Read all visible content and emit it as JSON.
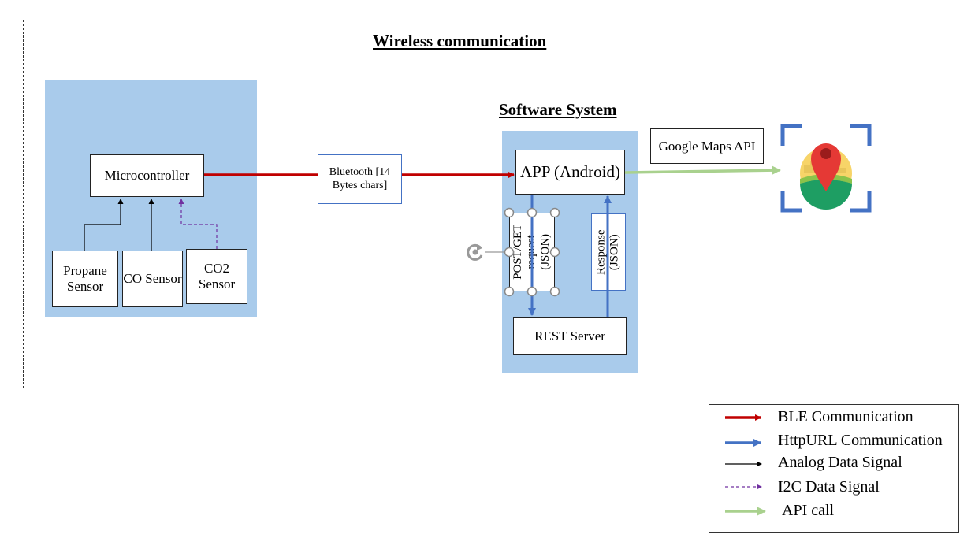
{
  "title": "Wireless communication",
  "software_title": "Software System",
  "nodes": {
    "microcontroller": "Microcontroller",
    "propane": "Propane Sensor",
    "co": "CO Sensor",
    "co2": "CO2 Sensor",
    "bluetooth": "Bluetooth [14 Bytes chars]",
    "app": "APP (Android)",
    "google_maps": "Google Maps API",
    "rest_server": "REST Server",
    "post_get": "POST/GET request (JSON)",
    "response": "Response (JSON)"
  },
  "legend": [
    {
      "label": "BLE Communication",
      "color": "#c00000"
    },
    {
      "label": "HttpURL Communication",
      "color": "#4472c4"
    },
    {
      "label": "Analog Data Signal",
      "color": "#000000"
    },
    {
      "label": "I2C Data Signal",
      "color": "#7030a0"
    },
    {
      "label": "API call",
      "color": "#a9d18e"
    }
  ],
  "icons": {
    "maps": "google-maps-icon",
    "rotate": "rotate-handle-icon"
  }
}
